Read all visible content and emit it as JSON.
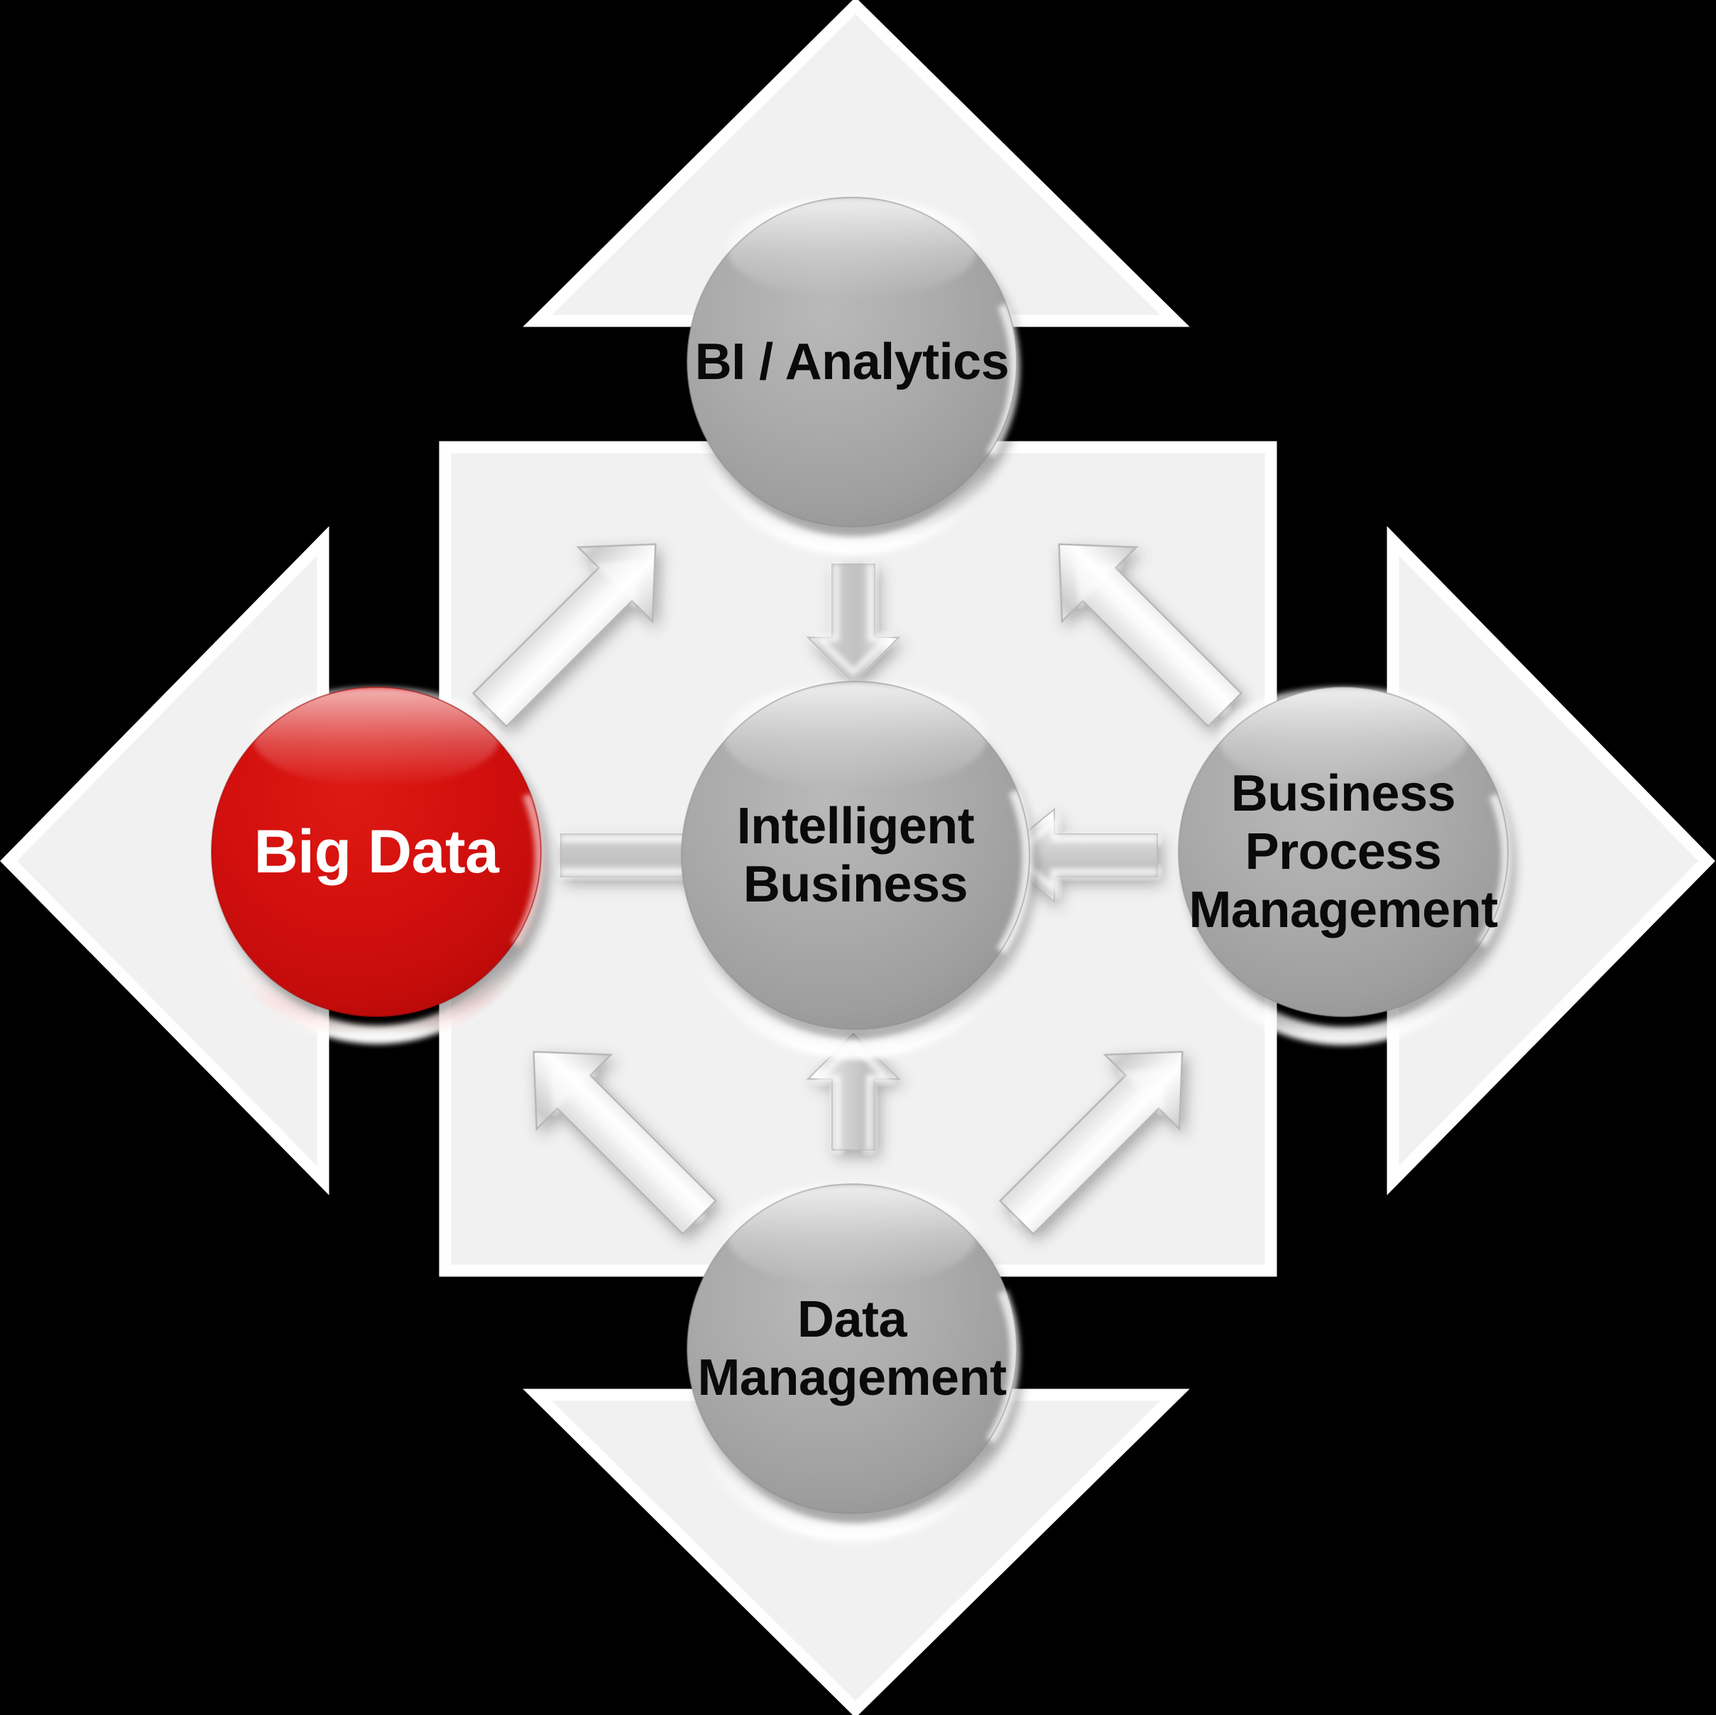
{
  "diagram": {
    "title": "Intelligent Business Big Data Cycle",
    "type": "cycle-diagram",
    "background_color": "#000000",
    "plate_color": "#F1F1F1",
    "plate_outline_color": "#FFFFFF",
    "accent_color": "#CE0E0E",
    "node_fill_color": "#A6A6A6",
    "arrow_fill_color": "#C6C6C6"
  },
  "nodes": [
    {
      "id": "bi-analytics",
      "label": "BI / Analytics",
      "position": "top",
      "color": "#A6A6A6",
      "text_color": "#0a0a0a",
      "highlighted": false
    },
    {
      "id": "business-process-management",
      "label": "Business\nProcess\nManagement",
      "position": "right",
      "color": "#A6A6A6",
      "text_color": "#0a0a0a",
      "highlighted": false
    },
    {
      "id": "data-management",
      "label": "Data\nManagement",
      "position": "bottom",
      "color": "#A6A6A6",
      "text_color": "#0a0a0a",
      "highlighted": false
    },
    {
      "id": "big-data",
      "label": "Big Data",
      "position": "left",
      "color": "#CE0E0E",
      "text_color": "#ffffff",
      "highlighted": true
    },
    {
      "id": "intelligent-business",
      "label": "Intelligent\nBusiness",
      "position": "center",
      "color": "#A6A6A6",
      "text_color": "#0a0a0a",
      "highlighted": false
    }
  ],
  "connections": [
    {
      "id": "big-data-to-center",
      "from": "big-data",
      "to": "intelligent-business",
      "direction": "right"
    },
    {
      "id": "bi-analytics-to-center",
      "from": "bi-analytics",
      "to": "intelligent-business",
      "direction": "down"
    },
    {
      "id": "bpm-to-center",
      "from": "business-process-management",
      "to": "intelligent-business",
      "direction": "left"
    },
    {
      "id": "data-management-to-center",
      "from": "data-management",
      "to": "intelligent-business",
      "direction": "up"
    },
    {
      "id": "big-data-to-bi-analytics",
      "from": "big-data",
      "to": "bi-analytics",
      "direction": "up-right"
    },
    {
      "id": "bpm-to-bi-analytics",
      "from": "business-process-management",
      "to": "bi-analytics",
      "direction": "up-left"
    },
    {
      "id": "data-management-to-big-data",
      "from": "data-management",
      "to": "big-data",
      "direction": "up-left"
    },
    {
      "id": "data-management-to-bpm",
      "from": "data-management",
      "to": "business-process-management",
      "direction": "up-right"
    }
  ]
}
